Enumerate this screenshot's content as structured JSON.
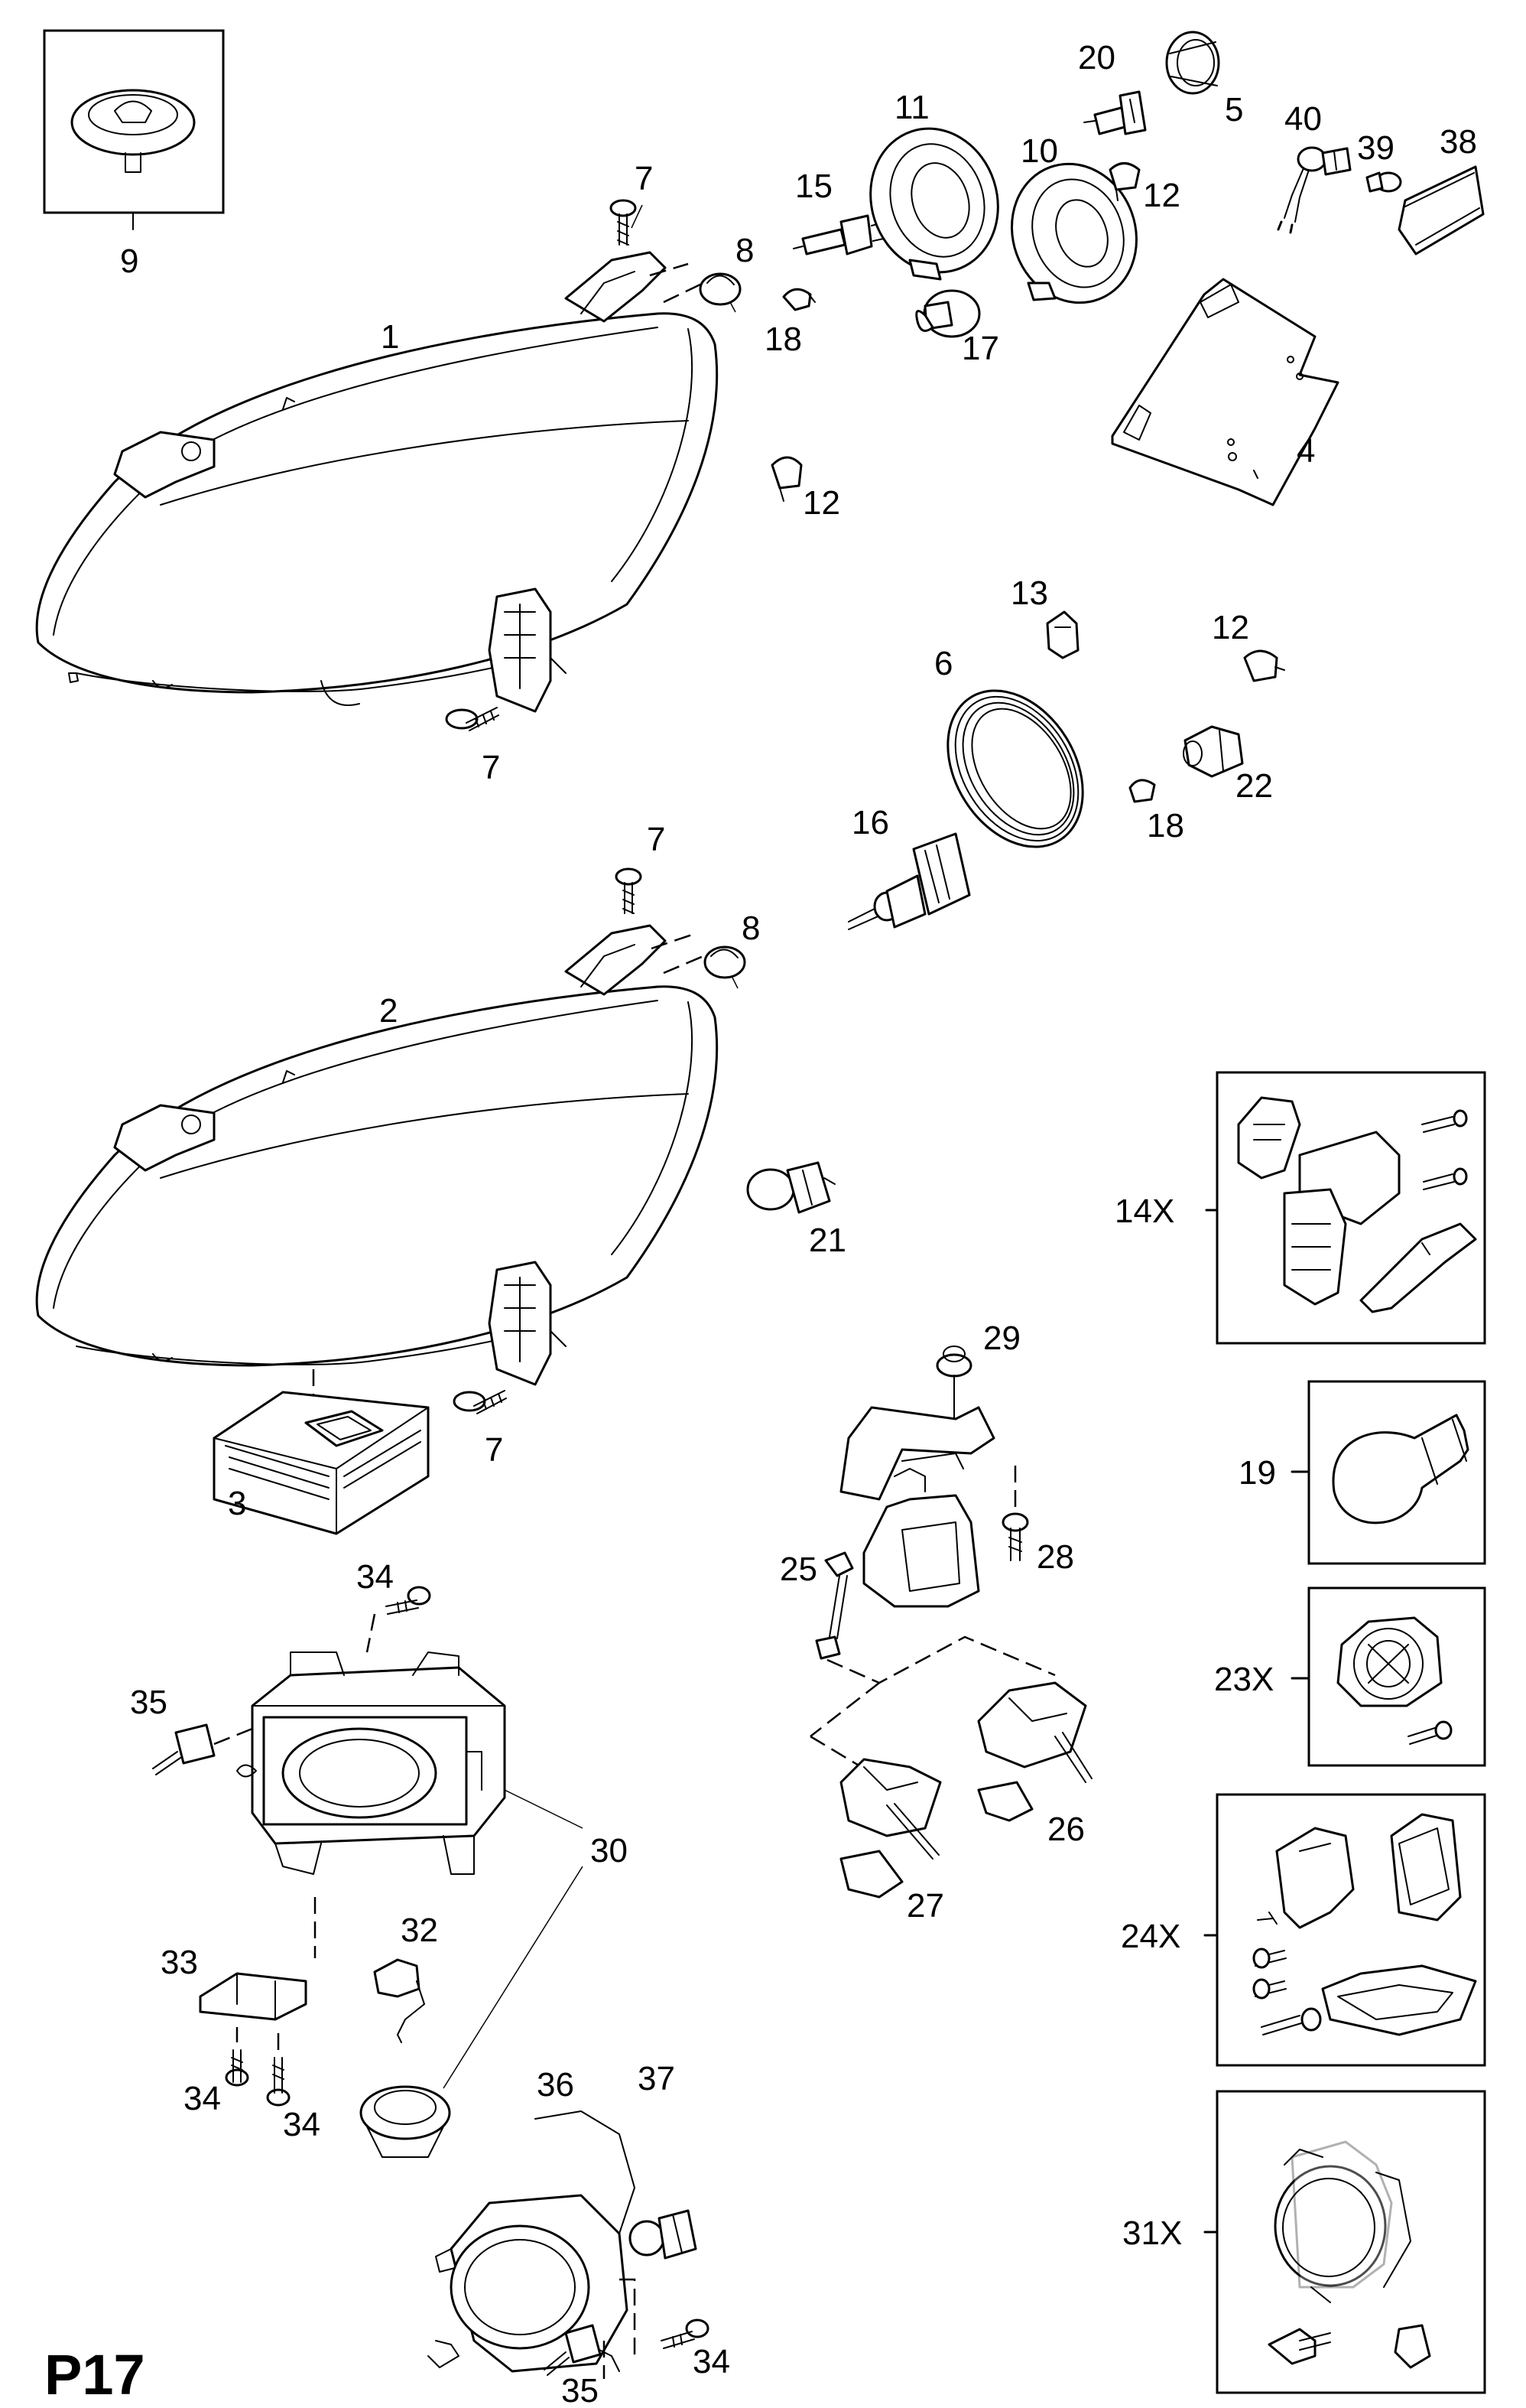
{
  "page_code": "P17",
  "part_labels": {
    "p1": "1",
    "p2": "2",
    "p3": "3",
    "p4": "4",
    "p5": "5",
    "p6": "6",
    "p7a": "7",
    "p7b": "7",
    "p7c": "7",
    "p7d": "7",
    "p8a": "8",
    "p8b": "8",
    "p9": "9",
    "p10": "10",
    "p11": "11",
    "p12a": "12",
    "p12b": "12",
    "p12c": "12",
    "p13": "13",
    "p14": "14X",
    "p15": "15",
    "p16": "16",
    "p17": "17",
    "p18a": "18",
    "p18b": "18",
    "p19": "19",
    "p20": "20",
    "p21": "21",
    "p22": "22",
    "p23": "23X",
    "p24": "24X",
    "p25": "25",
    "p26": "26",
    "p27": "27",
    "p28": "28",
    "p29": "29",
    "p30": "30",
    "p31": "31X",
    "p32": "32",
    "p33": "33",
    "p34a": "34",
    "p34b": "34",
    "p34c": "34",
    "p34d": "34",
    "p35a": "35",
    "p35b": "35",
    "p36": "36",
    "p37": "37",
    "p38": "38",
    "p39": "39",
    "p40": "40"
  }
}
